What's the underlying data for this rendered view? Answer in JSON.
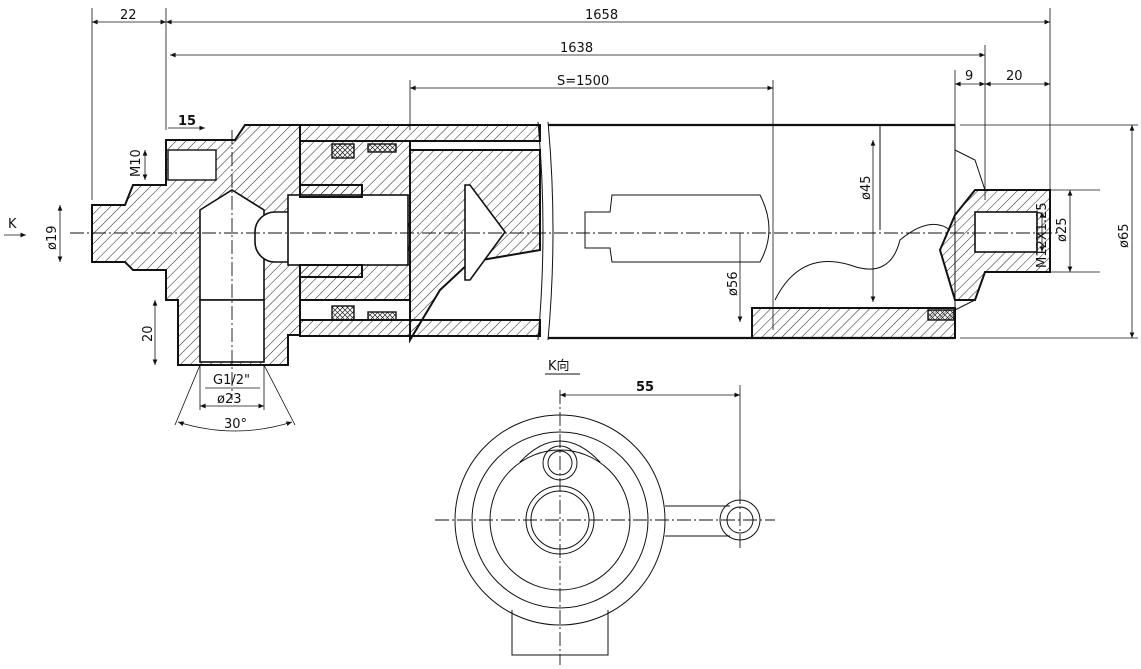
{
  "drawing": {
    "dims": {
      "d22": "22",
      "d1658": "1658",
      "d1638": "1638",
      "stroke": "S=1500",
      "d9": "9",
      "d20_top": "20",
      "d15": "15",
      "m10": "M10",
      "phi19": "ø19",
      "k_arrow": "K",
      "d20_left": "20",
      "g_thread": "G1/2\"",
      "phi23": "ø23",
      "angle30": "30°",
      "phi56": "ø56",
      "phi45": "ø45",
      "m12": "M12X1.25",
      "phi25": "ø25",
      "phi65": "ø65"
    },
    "view_k": {
      "label": "K向",
      "d55": "55"
    }
  }
}
